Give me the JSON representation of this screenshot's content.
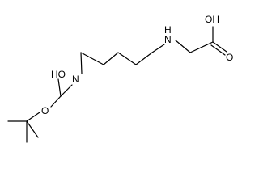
{
  "molecule": {
    "atoms": {
      "oh_acid": "OH",
      "o_acid": "O",
      "nh_amine": "N",
      "h_amine": "H",
      "ho_carbamate": "HO",
      "n_carbamate": "N",
      "o_ester": "O"
    },
    "colors": {
      "bond": "#000000",
      "label": "#000000",
      "background": "#ffffff"
    }
  }
}
